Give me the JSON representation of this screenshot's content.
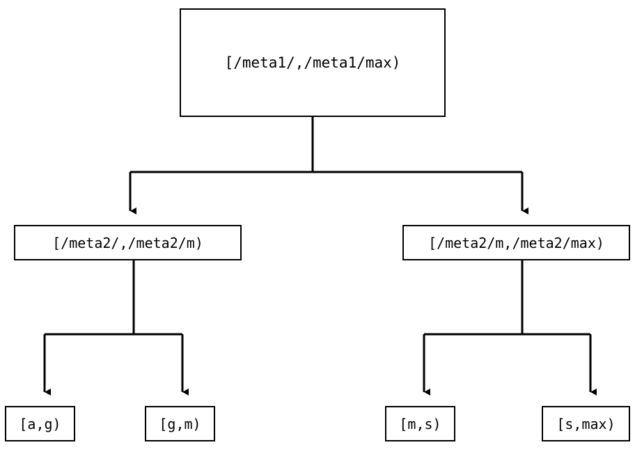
{
  "diagram": {
    "type": "tree",
    "title": "",
    "stroke_color": "#000000",
    "background_color": "#ffffff",
    "node_fill": "#ffffff",
    "arrowhead": "filled-triangle-down",
    "levels": 3,
    "nodes": {
      "root": {
        "label": "[/meta1/,/meta1/max)"
      },
      "mid_left": {
        "label": "[/meta2/,/meta2/m)"
      },
      "mid_right": {
        "label": "[/meta2/m,/meta2/max)"
      },
      "leaf_1": {
        "label": "[a,g)"
      },
      "leaf_2": {
        "label": "[g,m)"
      },
      "leaf_3": {
        "label": "[m,s)"
      },
      "leaf_4": {
        "label": "[s,max)"
      }
    }
  }
}
